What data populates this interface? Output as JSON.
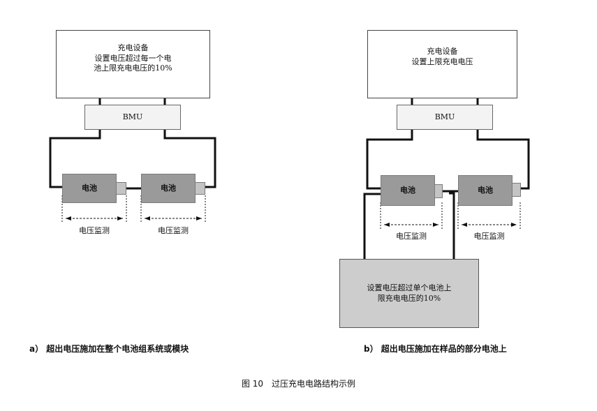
{
  "figure_caption": "图 10　过压充电电路结构示例",
  "diagram_a": {
    "caption": "a） 超出电压施加在整个电池组系统或模块",
    "charger_text": "充电设备\n设置电压超过每一个电\n池上限充电电压的10%",
    "bmu_label": "BMU",
    "cells": [
      "电池",
      "电池"
    ],
    "monitor_labels": [
      "电压监测",
      "电压监测"
    ]
  },
  "diagram_b": {
    "caption": "b） 超出电压施加在样品的部分电池上",
    "charger_text": "充电设备\n设置上限充电电压",
    "bmu_label": "BMU",
    "cells": [
      "电池",
      "电池"
    ],
    "monitor_labels": [
      "电压监测",
      "电压监测"
    ],
    "overvoltage_source_text": "设置电压超过单个电池上\n限充电电压的10%"
  }
}
